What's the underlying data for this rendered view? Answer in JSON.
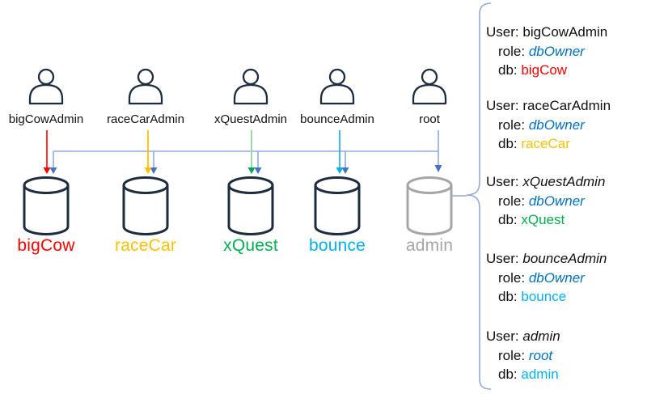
{
  "diagram": {
    "users": [
      {
        "label": "bigCowAdmin"
      },
      {
        "label": "raceCarAdmin"
      },
      {
        "label": "xQuestAdmin"
      },
      {
        "label": "bounceAdmin"
      },
      {
        "label": "root"
      }
    ],
    "databases": [
      {
        "label": "bigCow",
        "color": "#FF0000"
      },
      {
        "label": "raceCar",
        "color": "#FFC000"
      },
      {
        "label": "xQuest",
        "color": "#00B050"
      },
      {
        "label": "bounce",
        "color": "#00B0F0"
      },
      {
        "label": "admin",
        "color": "#A6A6A6"
      }
    ],
    "arrow_colors": {
      "bigCowAdmin_arrow": "#FF2020",
      "raceCarAdmin_arrow": "#FFC000",
      "xQuestAdmin_arrow_line": "#9FD8A8",
      "xQuestAdmin_arrow_head": "#00A651",
      "bounceAdmin_arrow": "#2EB3E8",
      "root_connector_line": "#8FAADC",
      "root_arrow_head": "#4472C4",
      "icon_outline": "#1E2C40",
      "admin_cylinder_outline": "#A6A6A6"
    }
  },
  "panel": {
    "entries": [
      {
        "user_label": "User:",
        "user": "bigCowAdmin",
        "user_italic": false,
        "role_label": "role:",
        "role": "dbOwner",
        "role_color": "#0070C0",
        "db_label": "db:",
        "db": "bigCow",
        "db_color": "#FF0000"
      },
      {
        "user_label": "User:",
        "user": "raceCarAdmin",
        "user_italic": false,
        "role_label": "role:",
        "role": "dbOwner",
        "role_color": "#0070C0",
        "db_label": "db:",
        "db": "raceCar",
        "db_color": "#FFC000"
      },
      {
        "user_label": "User:",
        "user": "xQuestAdmin",
        "user_italic": true,
        "role_label": "role:",
        "role": "dbOwner",
        "role_color": "#0070C0",
        "db_label": "db:",
        "db": "xQuest",
        "db_color": "#00B050"
      },
      {
        "user_label": "User:",
        "user": "bounceAdmin",
        "user_italic": true,
        "role_label": "role:",
        "role": "dbOwner",
        "role_color": "#0070C0",
        "db_label": "db:",
        "db": "bounce",
        "db_color": "#00B0F0"
      },
      {
        "user_label": "User:",
        "user": "admin",
        "user_italic": true,
        "role_label": "role:",
        "role": "root",
        "role_color": "#0070C0",
        "db_label": "db:",
        "db": "admin",
        "db_color": "#00B0F0"
      }
    ]
  }
}
